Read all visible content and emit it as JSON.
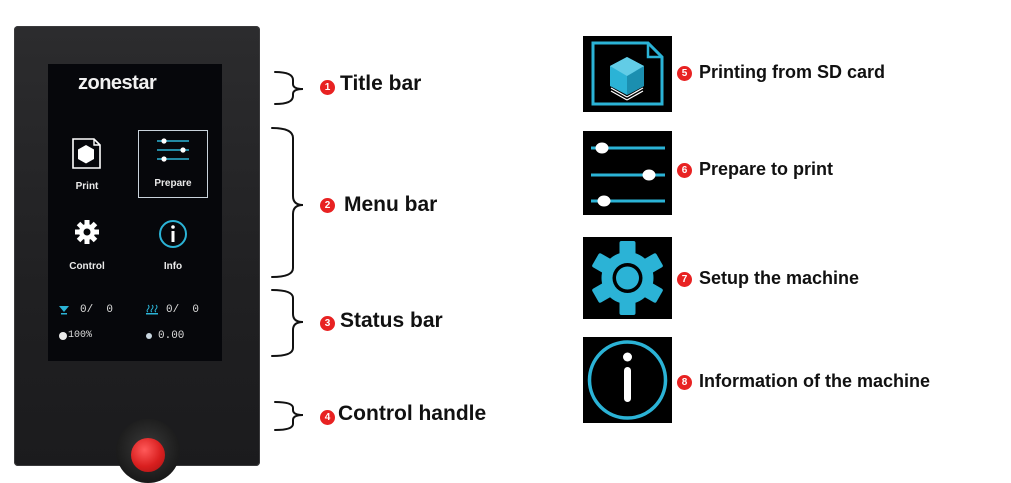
{
  "device": {
    "logo": "zonestar",
    "menu": [
      {
        "label": "Print",
        "icon": "sd-card-cube-icon",
        "selected": false
      },
      {
        "label": "Prepare",
        "icon": "sliders-icon",
        "selected": true
      },
      {
        "label": "Control",
        "icon": "gear-icon",
        "selected": false
      },
      {
        "label": "Info",
        "icon": "info-icon",
        "selected": false
      }
    ],
    "status": {
      "nozzle": "0/  0",
      "bed": "0/  0",
      "fan": "100%",
      "z": "0.00"
    }
  },
  "callouts": [
    {
      "num": "1",
      "text": "Title bar"
    },
    {
      "num": "2",
      "text": "Menu bar"
    },
    {
      "num": "3",
      "text": "Status bar"
    },
    {
      "num": "4",
      "text": "Control handle"
    }
  ],
  "legend": [
    {
      "num": "5",
      "text": "Printing from SD card",
      "icon": "sd-card-cube-icon"
    },
    {
      "num": "6",
      "text": "Prepare to print",
      "icon": "sliders-icon"
    },
    {
      "num": "7",
      "text": "Setup the machine",
      "icon": "gear-icon"
    },
    {
      "num": "8",
      "text": "Information of the machine",
      "icon": "info-icon"
    }
  ],
  "colors": {
    "accent": "#2bb3d6",
    "badge": "#e82222",
    "device": "#222224"
  }
}
